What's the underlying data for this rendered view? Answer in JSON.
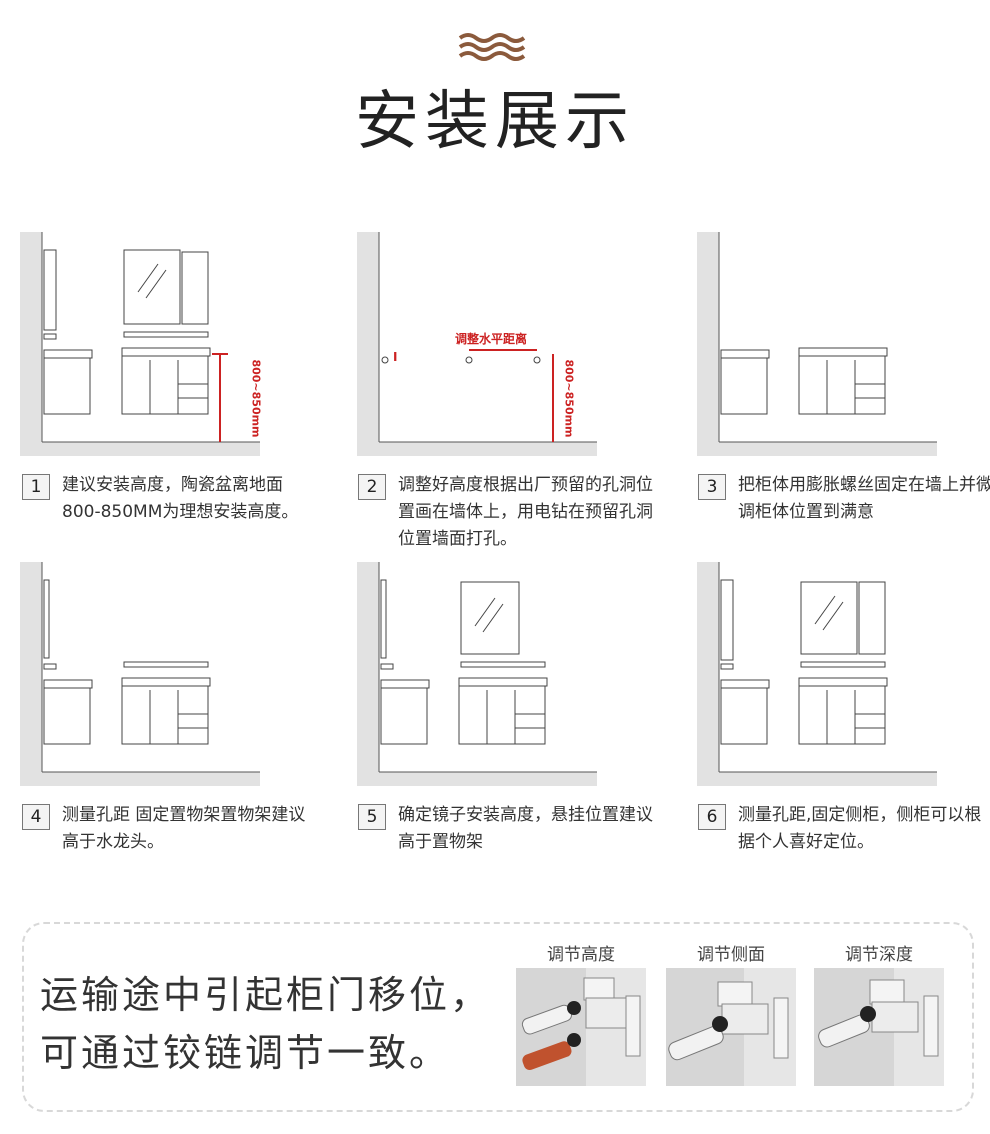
{
  "page": {
    "title": "安装展示"
  },
  "colors": {
    "accent": "#8b5a3c",
    "dim": "#cc2222",
    "wall": "#e2e2e2",
    "line": "#444444"
  },
  "steps": [
    {
      "num": "1",
      "text": "建议安装高度，陶瓷盆离地面800-850MM为理想安装高度。"
    },
    {
      "num": "2",
      "text": "调整好高度根据出厂预留的孔洞位置画在墙体上，用电钻在预留孔洞位置墙面打孔。"
    },
    {
      "num": "3",
      "text": "把柜体用膨胀螺丝固定在墙上并微调柜体位置到满意"
    },
    {
      "num": "4",
      "text": "测量孔距 固定置物架置物架建议高于水龙头。"
    },
    {
      "num": "5",
      "text": "确定镜子安装高度，悬挂位置建议高于置物架"
    },
    {
      "num": "6",
      "text": "测量孔距,固定侧柜，侧柜可以根据个人喜好定位。"
    }
  ],
  "diagram_labels": {
    "height_dim": "800~850mm",
    "level_dim": "调整水平距离",
    "mark": "I"
  },
  "hinge": {
    "text_line1": "运输途中引起柜门移位，",
    "text_line2": "可通过铰链调节一致。",
    "labels": [
      "调节高度",
      "调节侧面",
      "调节深度"
    ]
  }
}
